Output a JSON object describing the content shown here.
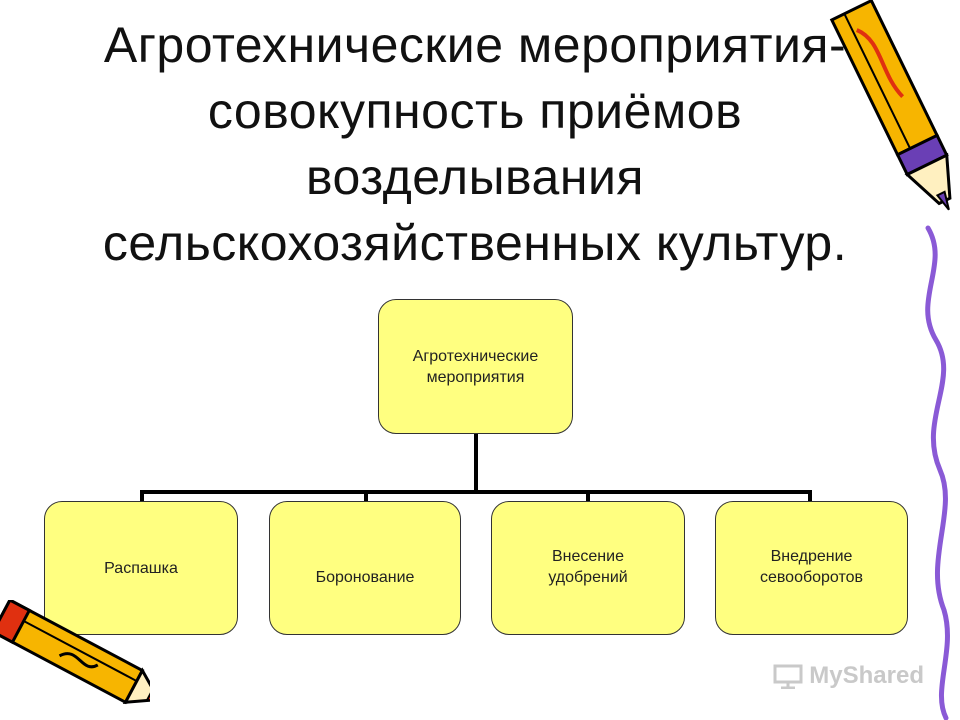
{
  "title": {
    "lines": [
      "Агротехнические мероприятия-",
      "совокупность приёмов",
      "возделывания",
      "сельскохозяйственных культур."
    ]
  },
  "diagram": {
    "root": {
      "label": "Агротехнические\nмероприятия"
    },
    "children": [
      {
        "label": "Распашка"
      },
      {
        "label": "Боронование"
      },
      {
        "label": "Внесение\nудобрений"
      },
      {
        "label": "Внедрение\nсевооборотов"
      }
    ]
  },
  "colors": {
    "node_fill": "#ffff80",
    "connector": "#000000",
    "pencil_body": "#f7b500",
    "pencil_band": "#6a3fb5",
    "pencil_stripe": "#e03010",
    "squiggle": "#8a5ad6"
  },
  "icons": {
    "pencil_top_right": "pencil-icon",
    "pencil_bottom_left": "pencil-icon",
    "watermark": "presentation-icon"
  },
  "watermark": {
    "text": "MyShared"
  }
}
